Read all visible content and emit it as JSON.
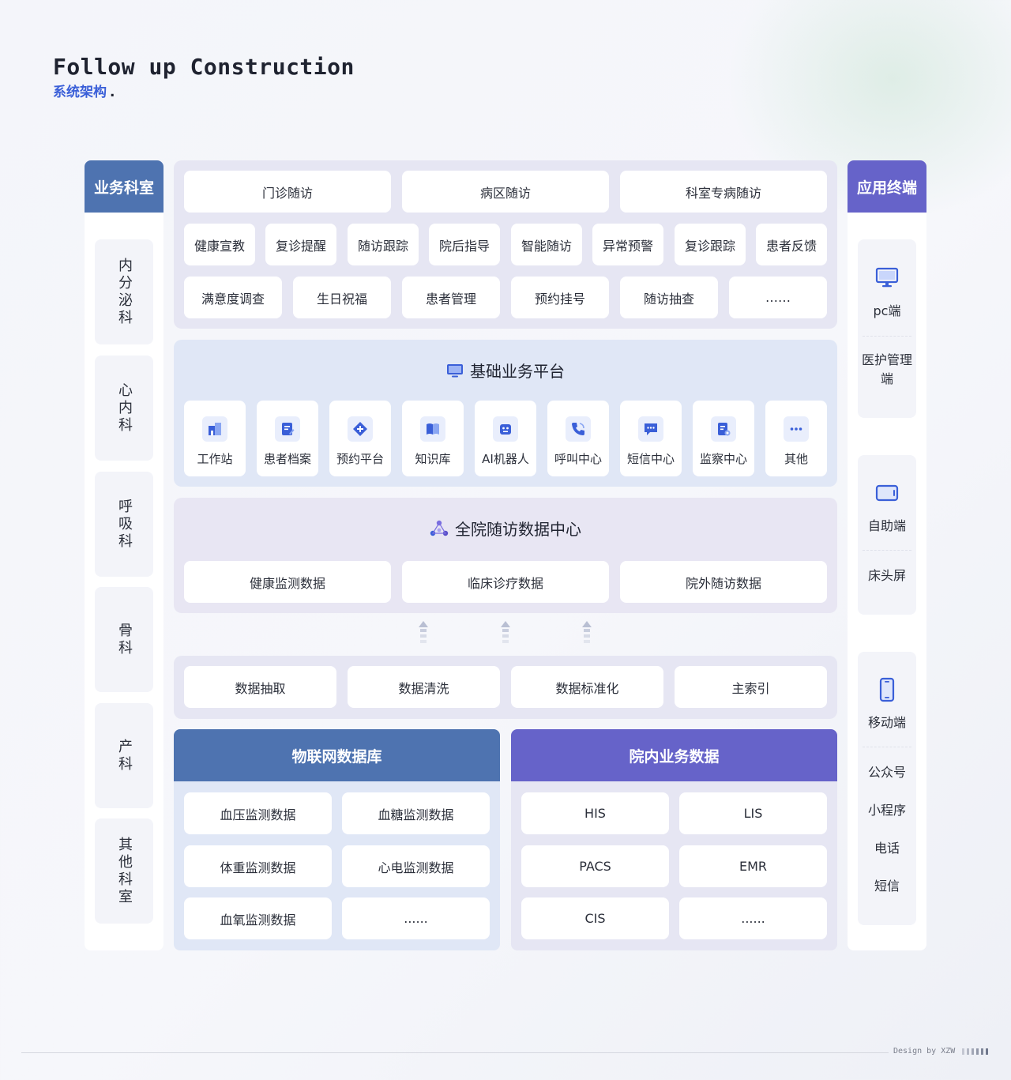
{
  "header": {
    "title_en": "Follow up Construction",
    "title_cn": "系统架构",
    "title_dot": "."
  },
  "left_column": {
    "title": "业务科室",
    "departments": [
      "内分泌科",
      "心内科",
      "呼吸科",
      "骨科",
      "产科",
      "其他科室"
    ]
  },
  "right_column": {
    "title": "应用终端",
    "groups": [
      {
        "icon": "monitor-icon",
        "items": [
          "pc端",
          "医护管理端"
        ]
      },
      {
        "icon": "tablet-icon",
        "items": [
          "自助端",
          "床头屏"
        ]
      },
      {
        "icon": "mobile-phone-icon",
        "items": [
          "移动端",
          "公众号",
          "小程序",
          "电话",
          "短信"
        ]
      }
    ]
  },
  "followup_panel": {
    "row1": [
      "门诊随访",
      "病区随访",
      "科室专病随访"
    ],
    "row2": [
      "健康宣教",
      "复诊提醒",
      "随访跟踪",
      "院后指导",
      "智能随访",
      "异常预警",
      "复诊跟踪",
      "患者反馈"
    ],
    "row3": [
      "满意度调查",
      "生日祝福",
      "患者管理",
      "预约挂号",
      "随访抽查",
      "……"
    ]
  },
  "platform_panel": {
    "title": "基础业务平台",
    "title_icon": "desktop-icon",
    "modules": [
      {
        "label": "工作站",
        "icon": "workstation-icon"
      },
      {
        "label": "患者档案",
        "icon": "patient-file-icon"
      },
      {
        "label": "预约平台",
        "icon": "appointment-icon"
      },
      {
        "label": "知识库",
        "icon": "book-icon"
      },
      {
        "label": "AI机器人",
        "icon": "robot-icon"
      },
      {
        "label": "呼叫中心",
        "icon": "phone-call-icon"
      },
      {
        "label": "短信中心",
        "icon": "message-icon"
      },
      {
        "label": "监察中心",
        "icon": "inspection-icon"
      },
      {
        "label": "其他",
        "icon": "more-dots-icon"
      }
    ]
  },
  "data_center_panel": {
    "title": "全院随访数据中心",
    "title_icon": "data-network-icon",
    "items": [
      "健康监测数据",
      "临床诊疗数据",
      "院外随访数据"
    ]
  },
  "processing_panel": {
    "items": [
      "数据抽取",
      "数据清洗",
      "数据标准化",
      "主索引"
    ]
  },
  "iot_box": {
    "title": "物联网数据库",
    "items": [
      "血压监测数据",
      "血糖监测数据",
      "体重监测数据",
      "心电监测数据",
      "血氧监测数据",
      "......"
    ]
  },
  "hospital_box": {
    "title": "院内业务数据",
    "items": [
      "HIS",
      "LIS",
      "PACS",
      "EMR",
      "CIS",
      "......"
    ]
  },
  "footer": {
    "credit": "Design by XZW"
  },
  "colors": {
    "blue_header": "#4e73b0",
    "purple_header": "#6663c9",
    "accent_blue": "#3a5fd8"
  }
}
